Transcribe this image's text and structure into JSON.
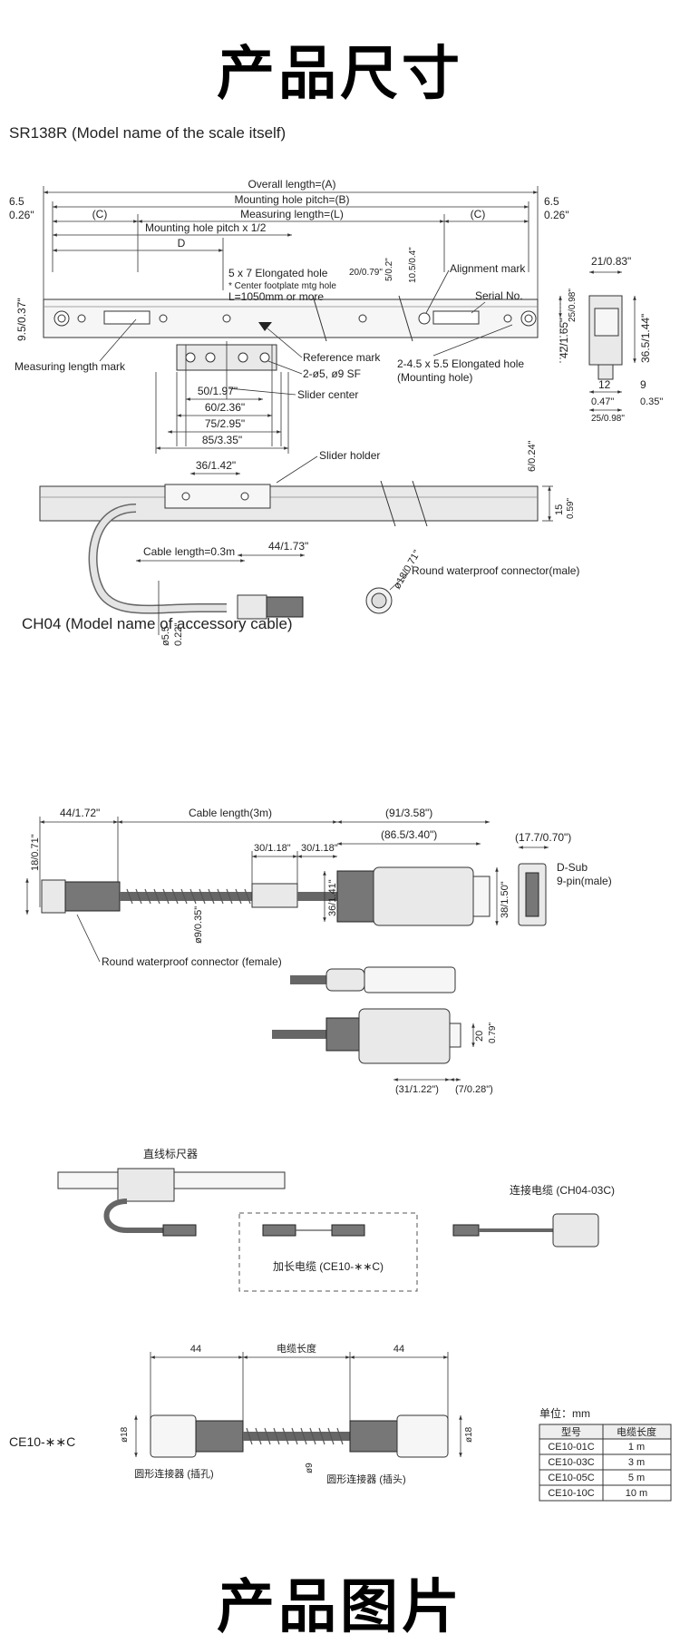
{
  "headings": {
    "top": "产品尺寸",
    "bottom": "产品图片"
  },
  "sr138r": {
    "title": "SR138R (Model name of the scale itself)",
    "labels": {
      "overall_length": "Overall length=(A)",
      "mounting_pitch": "Mounting hole pitch=(B)",
      "measuring_length": "Measuring length=(L)",
      "c_left": "(C)",
      "c_right": "(C)",
      "pitch_half": "Mounting hole pitch x 1/2",
      "d": "D",
      "left_65": "6.5",
      "left_026": "0.26\"",
      "right_65": "6.5",
      "right_026": "0.26\"",
      "elongated_1": "5 x 7 Elongated hole",
      "elongated_2": "* Center footplate mtg hole",
      "elongated_3": "L=1050mm or more",
      "d20": "20/0.79\"",
      "d5": "5/0.2\"",
      "d105": "10.5/0.4\"",
      "alignment_mark": "Alignment mark",
      "serial_no": "Serial No.",
      "side_95": "9.5/0.37\"",
      "measuring_length_mark": "Measuring length mark",
      "reference_mark": "Reference mark",
      "holes_2": "2-ø5, ø9 SF",
      "slider_center": "Slider center",
      "mounting_hole_1": "2-4.5 x 5.5 Elongated hole",
      "mounting_hole_2": "(Mounting hole)",
      "d50": "50/1.97\"",
      "d60": "60/2.36\"",
      "d75": "75/2.95\"",
      "d85": "85/3.35\"",
      "end_21": "21/0.83\"",
      "end_25": "25/0.98\"",
      "end_42": "42/1.65\"",
      "end_365": "36.5/1.44\"",
      "end_12": "12",
      "end_9": "9",
      "end_047": "0.47\"",
      "end_035": "0.35\"",
      "end_25b": "25/0.98\"",
      "slider_holder": "Slider holder",
      "d36": "36/1.42\"",
      "d6": "6/0.24\"",
      "d15": "15",
      "d059": "0.59\"",
      "cable_length": "Cable length=0.3m",
      "d44": "44/1.73\"",
      "d18": "ø18/0.71\"",
      "round_connector": "Round waterproof connector(male)",
      "d55": "ø5.5",
      "d022": "0.22\""
    }
  },
  "ch04": {
    "title": "CH04 (Model name of accessory cable)",
    "labels": {
      "d44": "44/1.72\"",
      "cable_length": "Cable length(3m)",
      "d91": "(91/3.58\")",
      "d865": "(86.5/3.40\")",
      "d177": "(17.7/0.70\")",
      "d30a": "30/1.18\"",
      "d30b": "30/1.18\"",
      "d18": "18/0.71\"",
      "d36": "36/1.41\"",
      "d38": "38/1.50\"",
      "dsub_1": "D-Sub",
      "dsub_2": "9-pin(male)",
      "d9": "ø9/0.35\"",
      "round_female": "Round waterproof connector (female)",
      "d20": "20",
      "d079": "0.79\"",
      "d31": "(31/1.22\")",
      "d7": "(7/0.28\")"
    }
  },
  "system": {
    "linear_scale": "直线标尺器",
    "connect_cable": "连接电缆 (CH04-03C)",
    "extension_cable": "加长电缆 (CE10-∗∗C)"
  },
  "ce10": {
    "label": "CE10-∗∗C",
    "cable_length": "电缆长度",
    "d44_left": "44",
    "d44_right": "44",
    "d18_left": "ø18",
    "d18_right": "ø18",
    "d9": "ø9",
    "connector_female": "圆形连接器 (插孔)",
    "connector_male": "圆形连接器 (插头)",
    "unit": "单位：mm",
    "table": {
      "headers": [
        "型号",
        "电缆长度"
      ],
      "rows": [
        [
          "CE10-01C",
          "1 m"
        ],
        [
          "CE10-03C",
          "3 m"
        ],
        [
          "CE10-05C",
          "5 m"
        ],
        [
          "CE10-10C",
          "10 m"
        ]
      ]
    }
  }
}
